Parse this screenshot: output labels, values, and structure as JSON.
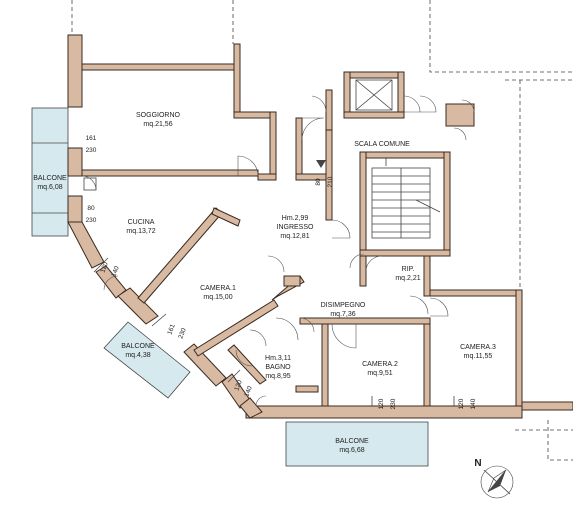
{
  "rooms": {
    "soggiorno": {
      "name": "SOGGIORNO",
      "area": "mq.21,56"
    },
    "cucina": {
      "name": "CUCINA",
      "area": "mq.13,72"
    },
    "ingresso": {
      "height": "Hm.2,99",
      "name": "INGRESSO",
      "area": "mq.12,81"
    },
    "scala": {
      "name": "SCALA COMUNE"
    },
    "rip": {
      "name": "RIP.",
      "area": "mq.2,21"
    },
    "camera1": {
      "name": "CAMERA.1",
      "area": "mq.15,00"
    },
    "disimpegno": {
      "name": "DISIMPEGNO",
      "area": "mq.7,36"
    },
    "bagno": {
      "height": "Hm.3,11",
      "name": "BAGNO",
      "area": "mq.8,95"
    },
    "camera2": {
      "name": "CAMERA.2",
      "area": "mq.9,51"
    },
    "camera3": {
      "name": "CAMERA.3",
      "area": "mq.11,55"
    },
    "balcone1": {
      "name": "BALCONE",
      "area": "mq.6,08"
    },
    "balcone2": {
      "name": "BALCONE",
      "area": "mq.4,38"
    },
    "balcone3": {
      "name": "BALCONE",
      "area": "mq.6,68"
    }
  },
  "dimensions": {
    "soggiorno_w": "161",
    "soggiorno_h": "230",
    "cucina_w": "80",
    "cucina_h": "230",
    "cucina2_w": "120",
    "cucina2_h": "140",
    "camera1_w": "161",
    "camera1_h": "230",
    "bagno_w": "120",
    "bagno_h": "140",
    "camera2_w": "120",
    "camera2_h": "230",
    "camera3_w": "120",
    "camera3_h": "140",
    "entry_w": "80",
    "entry_h": "210"
  },
  "compass": {
    "label": "N"
  },
  "colors": {
    "wall": "#d8b9a1",
    "balcony": "#d6e9ee",
    "line": "#3a2a20"
  }
}
